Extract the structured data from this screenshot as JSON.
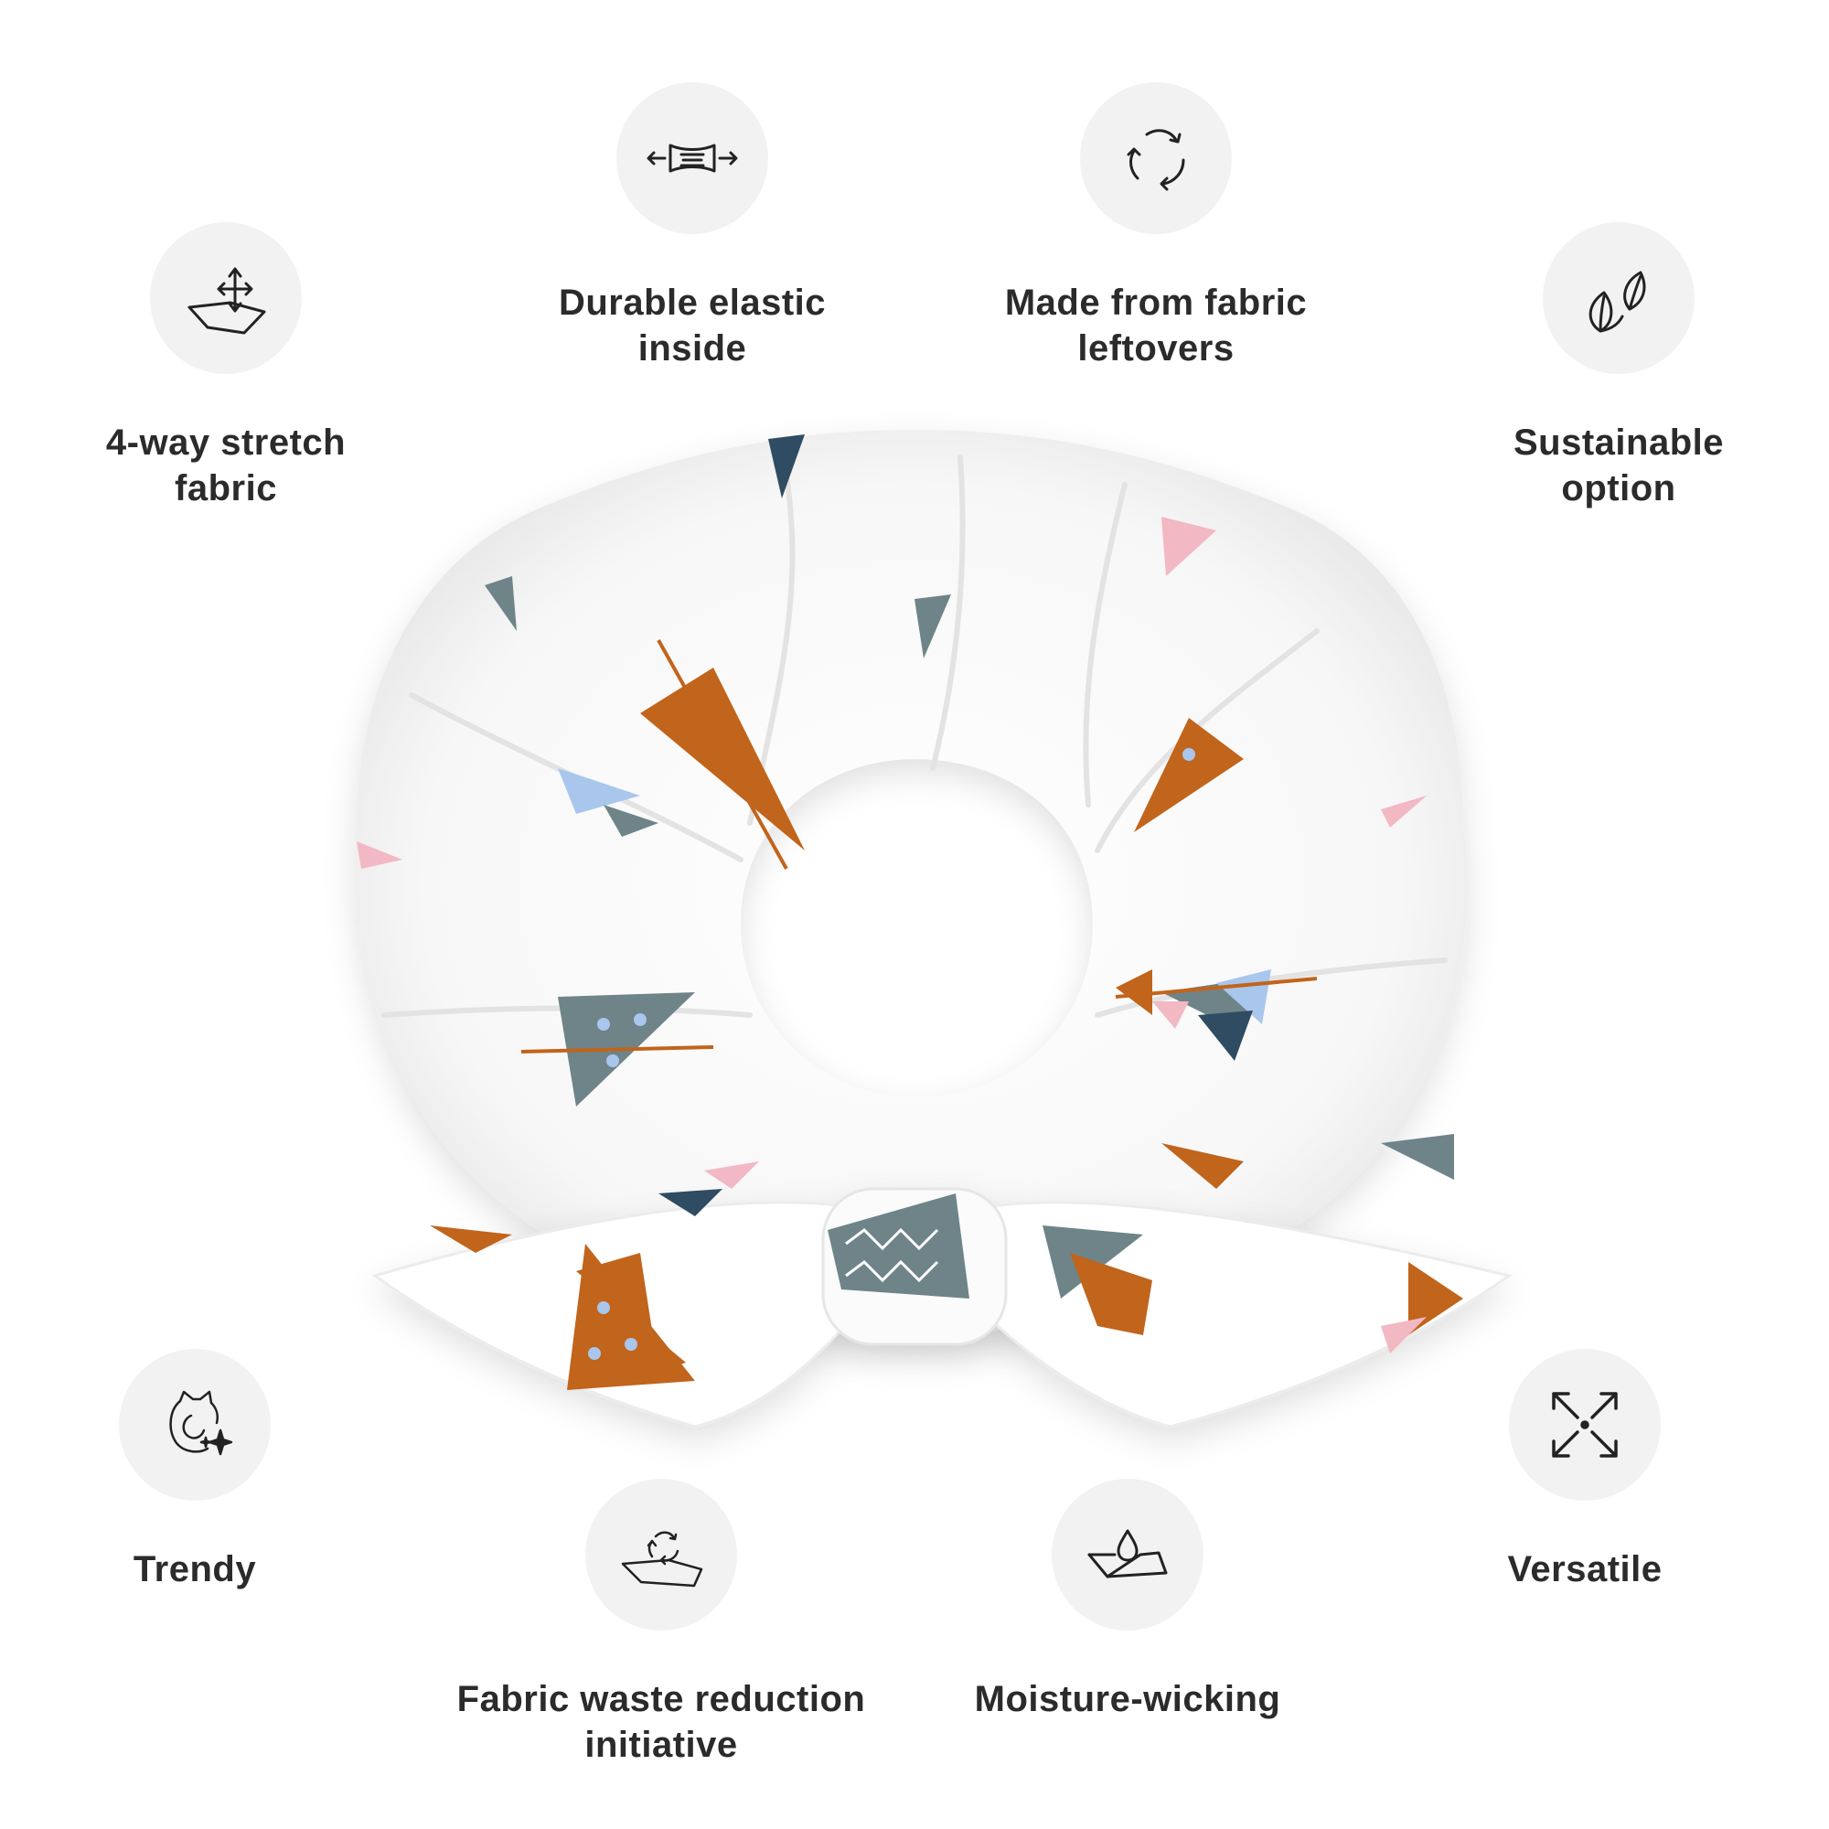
{
  "colors": {
    "badge_bg": "#f2f2f2",
    "label_text": "#2b2b2b",
    "fabric": "#ffffff",
    "tree_orange": "#c1641c",
    "tree_slate": "#6e8489",
    "tree_navy": "#2f4c63",
    "tree_light_blue": "#a9c6ec",
    "tree_pink": "#f2b8c3"
  },
  "features": [
    {
      "icon": "four-way-stretch-icon",
      "line1": "4-way stretch",
      "line2": "fabric"
    },
    {
      "icon": "durable-elastic-icon",
      "line1": "Durable elastic",
      "line2": "inside"
    },
    {
      "icon": "recycle-icon",
      "line1": "Made from fabric",
      "line2": "leftovers"
    },
    {
      "icon": "leaves-icon",
      "line1": "Sustainable",
      "line2": "option"
    },
    {
      "icon": "trendy-cat-sparkle-icon",
      "line1": "Trendy",
      "line2": ""
    },
    {
      "icon": "fabric-waste-recycle-icon",
      "line1": "Fabric waste reduction",
      "line2": "initiative"
    },
    {
      "icon": "water-drop-fabric-icon",
      "line1": "Moisture-wicking",
      "line2": ""
    },
    {
      "icon": "expand-arrows-icon",
      "line1": "Versatile",
      "line2": ""
    }
  ],
  "product": {
    "name_icon": "scrunchie-with-bow",
    "pattern": "geometric christmas trees"
  }
}
